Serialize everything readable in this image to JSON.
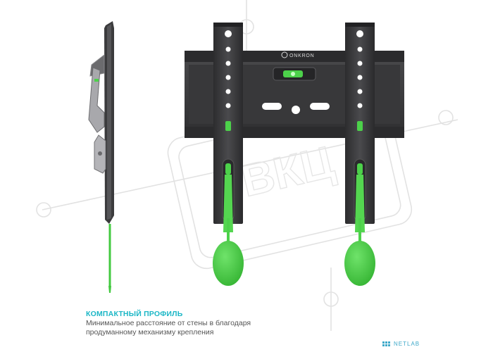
{
  "brand": {
    "logo_text": "ONKRON"
  },
  "watermark": {
    "text": "ВКЦ"
  },
  "caption": {
    "title": "КОМПАКТНЫЙ ПРОФИЛЬ",
    "line1": "Минимальное расстояние от стены в благодаря",
    "line2": "продуманному механизму крепления"
  },
  "footer": {
    "netlab_text": "NETLAB"
  },
  "colors": {
    "accent": "#1cb7c6",
    "metal": "#3a3a3c",
    "green": "#4cd14a",
    "netlab": "#3fa9c9"
  }
}
